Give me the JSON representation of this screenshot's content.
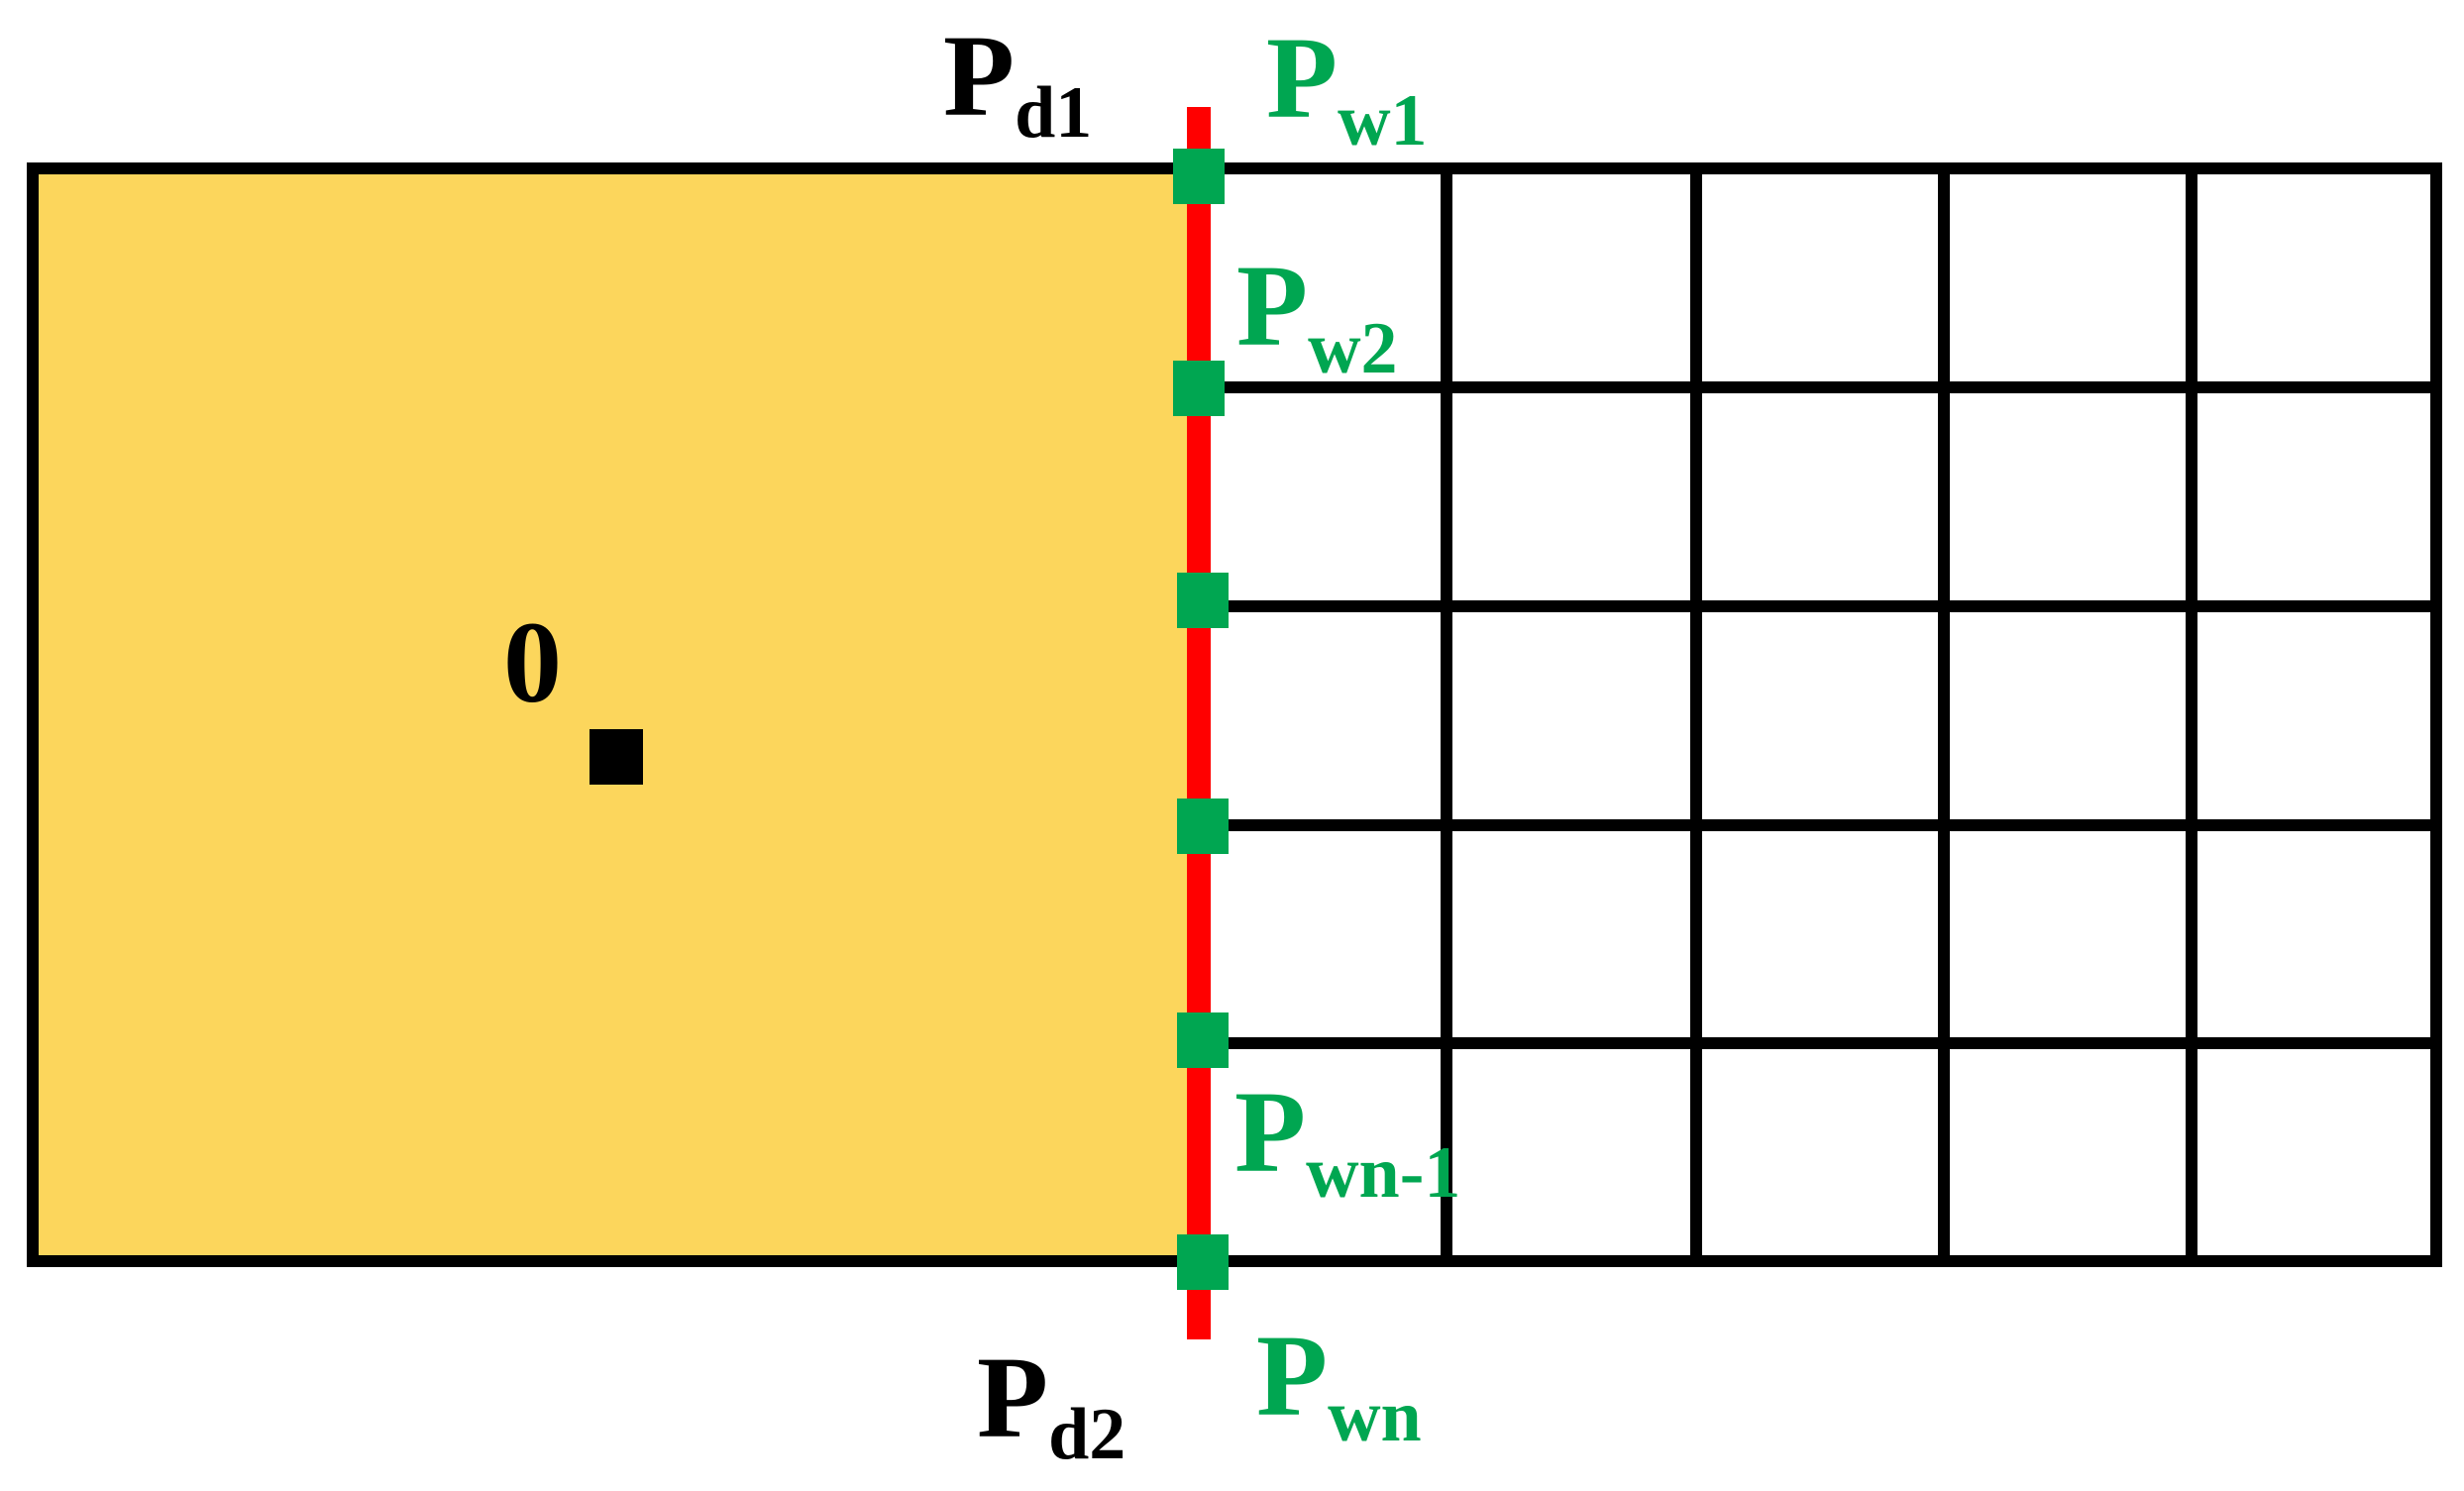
{
  "colors": {
    "domain_fill": "#FCD65C",
    "boundary": "#FF0000",
    "node": "#00A651",
    "grid": "#000000",
    "label_dark": "#000000",
    "label_green": "#00A651"
  },
  "labels": {
    "origin": "0",
    "pd1": {
      "main": "P",
      "sub": "d1"
    },
    "pd2": {
      "main": "P",
      "sub": "d2"
    },
    "pw1": {
      "main": "P",
      "sub": "w1"
    },
    "pw2": {
      "main": "P",
      "sub": "w2"
    },
    "pwn_1": {
      "main": "P",
      "sub": "wn-1"
    },
    "pwn": {
      "main": "P",
      "sub": "wn"
    }
  }
}
